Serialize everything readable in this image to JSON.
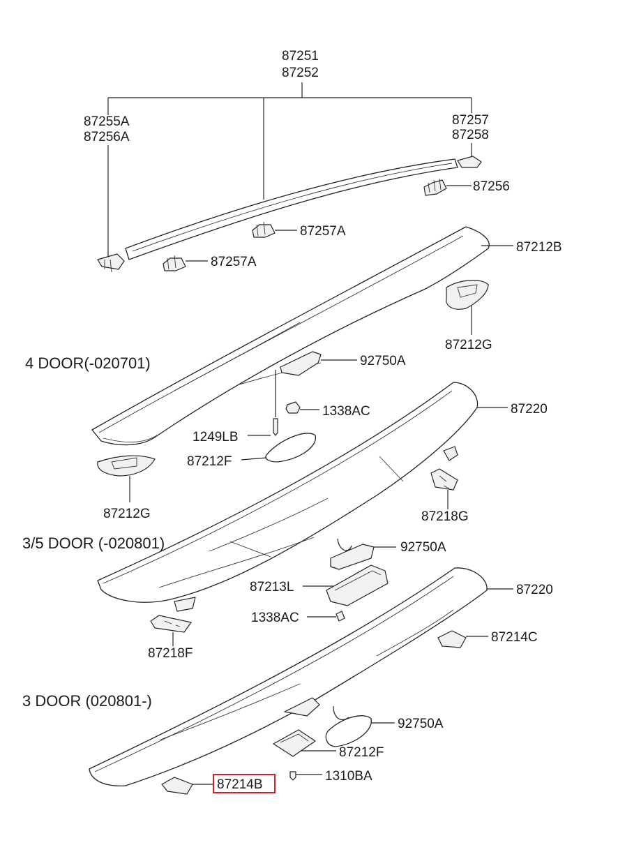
{
  "sections": {
    "four_door": "4 DOOR(-020701)",
    "three_five_door": "3/5 DOOR (-020801)",
    "three_door": "3 DOOR (020801-)"
  },
  "labels": {
    "l_87251": "87251",
    "l_87252": "87252",
    "l_87255A": "87255A",
    "l_87256A": "87256A",
    "l_87257": "87257",
    "l_87258": "87258",
    "l_87256": "87256",
    "l_87257A_a": "87257A",
    "l_87257A_b": "87257A",
    "l_87212B": "87212B",
    "l_87212G_a": "87212G",
    "l_92750A_a": "92750A",
    "l_1338AC_a": "1338AC",
    "l_1249LB": "1249LB",
    "l_87212F_a": "87212F",
    "l_87220_a": "87220",
    "l_87212G_b": "87212G",
    "l_87218G": "87218G",
    "l_92750A_b": "92750A",
    "l_87213L": "87213L",
    "l_1338AC_b": "1338AC",
    "l_87218F": "87218F",
    "l_87220_b": "87220",
    "l_87214C": "87214C",
    "l_92750A_c": "92750A",
    "l_87212F_b": "87212F",
    "l_1310BA": "1310BA",
    "l_87214B": "87214B"
  },
  "highlight": {
    "part": "87214B",
    "color": "#d21f26"
  }
}
